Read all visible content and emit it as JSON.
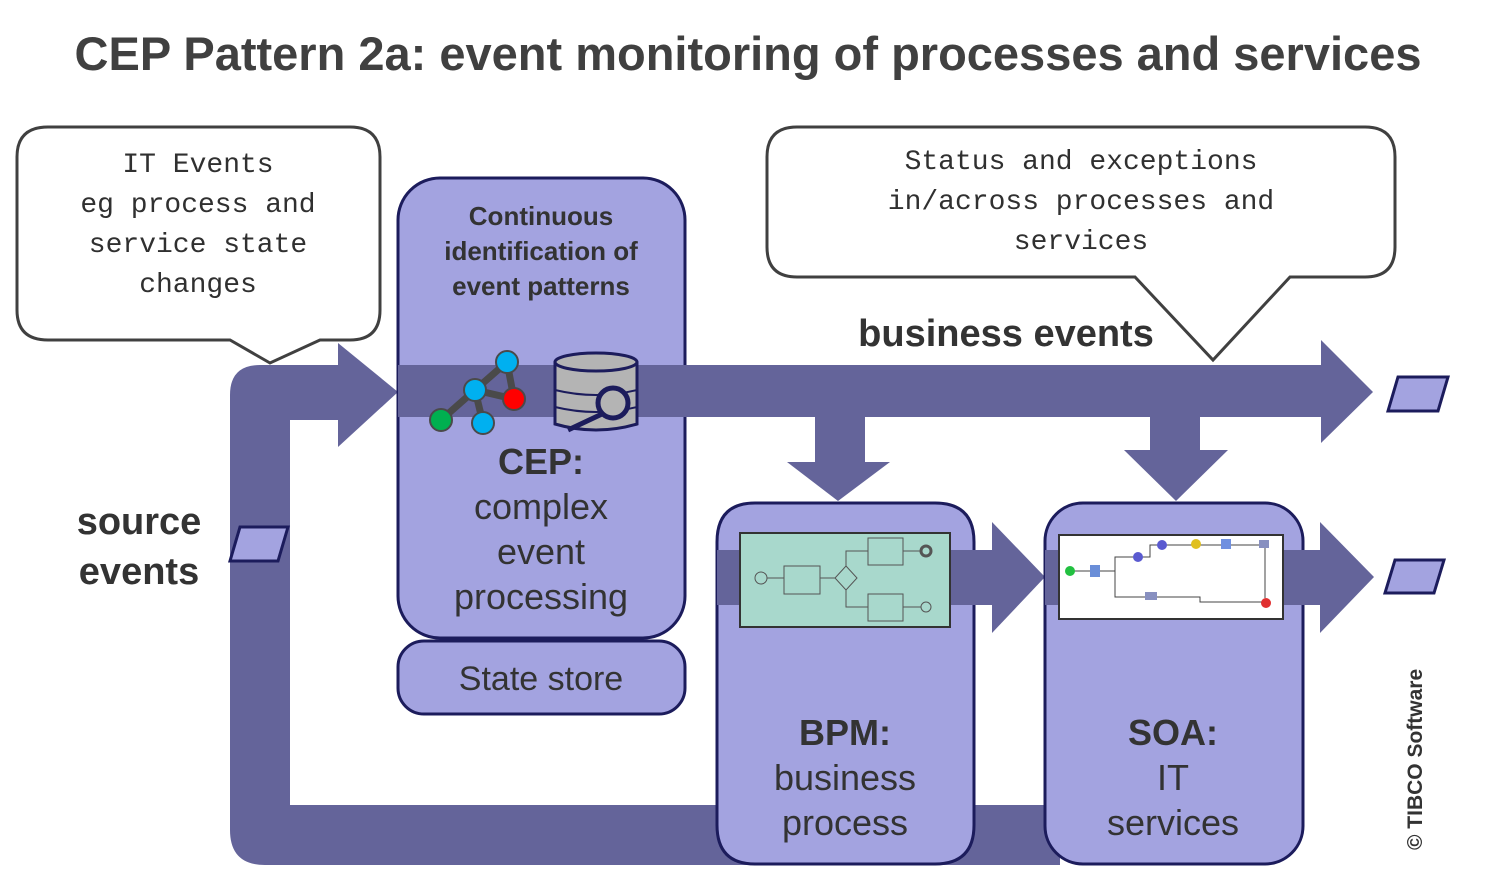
{
  "title": "CEP Pattern 2a: event monitoring of processes and services",
  "colors": {
    "band": "#64649a",
    "box_fill": "#a3a3e0",
    "box_stroke": "#1c1c5c",
    "text": "#333333"
  },
  "callouts": {
    "it_events": [
      "IT Events",
      "eg process and",
      "service state",
      "changes"
    ],
    "status": [
      "Status and exceptions",
      "in/across processes and",
      "services"
    ]
  },
  "labels": {
    "business_events": "business events",
    "source_events": [
      "source",
      "events"
    ]
  },
  "cep": {
    "header": [
      "Continuous",
      "identification of",
      "event patterns"
    ],
    "title": "CEP:",
    "subtitle": [
      "complex",
      "event",
      "processing"
    ],
    "state_store": "State store",
    "icons": [
      "graph-network-icon",
      "database-search-icon"
    ]
  },
  "bpm": {
    "title": "BPM:",
    "subtitle": [
      "business",
      "process"
    ]
  },
  "soa": {
    "title": "SOA:",
    "subtitle": [
      "IT",
      "services"
    ]
  },
  "copyright": "© TIBCO Software"
}
